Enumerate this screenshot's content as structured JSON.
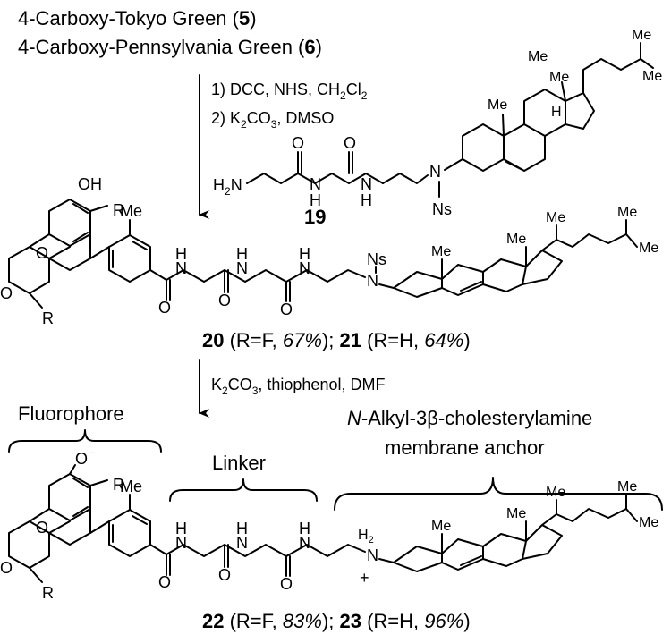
{
  "starting_materials": {
    "line1_name": "4-Carboxy-Tokyo Green (",
    "line1_num": "5",
    "line2_name": "4-Carboxy-Pennsylvania Green (",
    "line2_num": "6",
    "close": ")"
  },
  "step1": {
    "reagents_1a": "1) DCC, NHS, CH",
    "reagents_1b": "Cl",
    "sub2": "2",
    "reagents_2a": "2) K",
    "reagents_2b": "CO",
    "sub3": "3",
    "reagents_2c": ", DMSO"
  },
  "reagent19": {
    "h2n_h": "H",
    "h2n_sub": "2",
    "h2n_n": "N",
    "o": "O",
    "nh_n": "N",
    "nh_h": "H",
    "ns": "Ns",
    "number": "19",
    "me": "Me",
    "h": "H"
  },
  "atoms": {
    "oh": "OH",
    "o_minus": "O",
    "minus": "−",
    "o": "O",
    "r": "R",
    "me": "Me",
    "h": "H",
    "n": "N",
    "ns": "Ns",
    "h2": "H",
    "h2_sub": "2",
    "plus": "+"
  },
  "label_20_21": {
    "n20": "20",
    "t20": " (R=F, ",
    "y20": "67%",
    "t20b": "); ",
    "n21": "21",
    "t21": " (R=H, ",
    "y21": "64%",
    "t21b": ")"
  },
  "step2": {
    "a": "K",
    "sub2": "2",
    "b": "CO",
    "sub3": "3",
    "c": ", thiophenol, DMF"
  },
  "annotations": {
    "fluorophore": "Fluorophore",
    "linker": "Linker",
    "anchor_line1_italic": "N",
    "anchor_line1_rest": "-Alkyl-3β-cholesterylamine",
    "anchor_line2": "membrane anchor"
  },
  "label_22_23": {
    "n22": "22",
    "t22": " (R=F, ",
    "y22": "83%",
    "t22b": "); ",
    "n23": "23",
    "t23": " (R=H, ",
    "y23": "96%",
    "t23b": ")"
  }
}
